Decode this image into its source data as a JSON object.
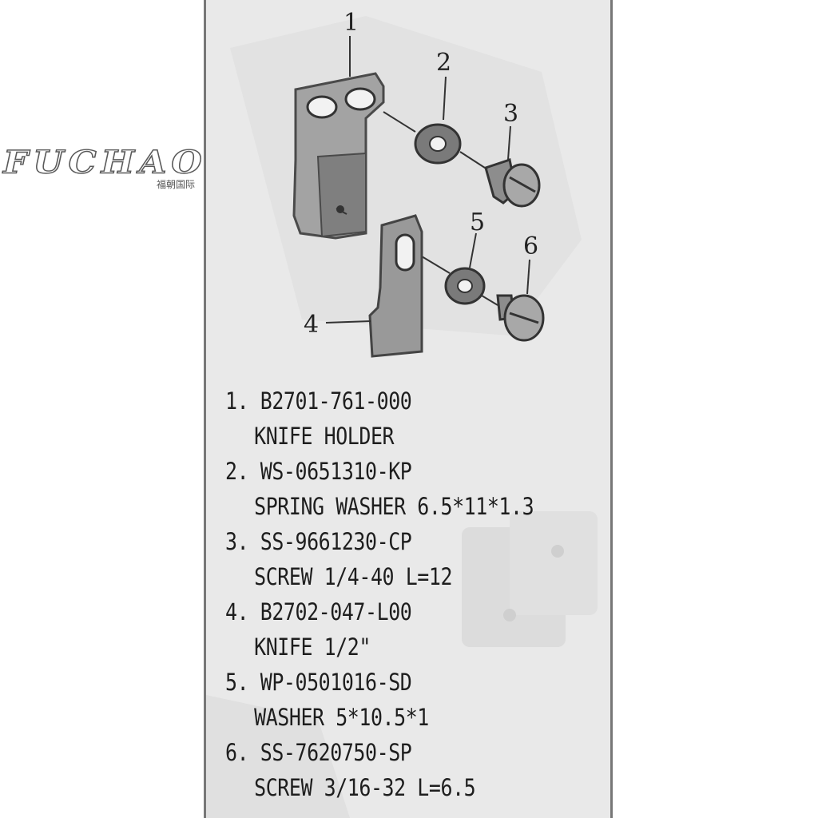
{
  "watermark": {
    "brand": "FUCHAO",
    "subtitle": "福朝国际"
  },
  "callouts": [
    "1",
    "2",
    "3",
    "4",
    "5",
    "6"
  ],
  "parts": [
    {
      "code": "1. B2701-761-000",
      "desc": "KNIFE HOLDER"
    },
    {
      "code": "2. WS-0651310-KP",
      "desc": "SPRING WASHER 6.5*11*1.3"
    },
    {
      "code": "3. SS-9661230-CP",
      "desc": "SCREW 1/4-40 L=12"
    },
    {
      "code": "4. B2702-047-L00",
      "desc": "KNIFE 1/2\""
    },
    {
      "code": "5. WP-0501016-SD",
      "desc": "WASHER 5*10.5*1"
    },
    {
      "code": "6. SS-7620750-SP",
      "desc": "SCREW 3/16-32 L=6.5"
    }
  ],
  "colors": {
    "sheet": "#e9e9e9",
    "part_fill": "#9c9c9c",
    "ink": "#222222"
  }
}
